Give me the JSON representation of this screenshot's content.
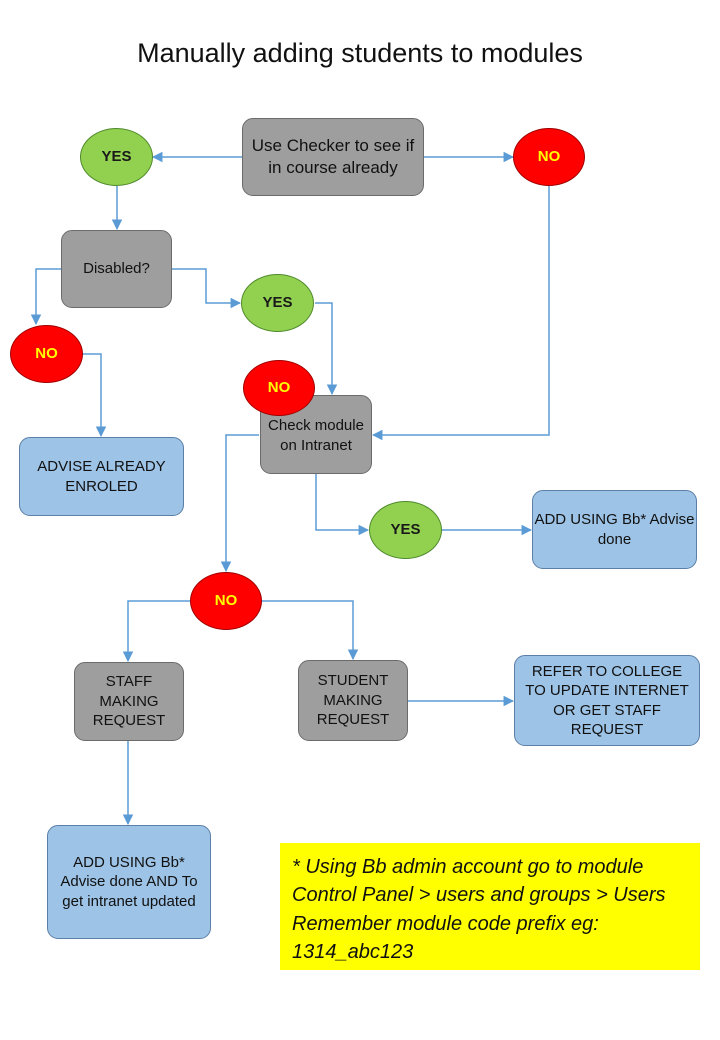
{
  "title": "Manually adding students to modules",
  "nodes": {
    "use_checker": "Use Checker to see if in course already",
    "yes_top": "YES",
    "no_top": "NO",
    "disabled": "Disabled?",
    "yes_disabled": "YES",
    "no_disabled": "NO",
    "no_float": "NO",
    "check_module": "Check module on Intranet",
    "advise_enroled": "ADVISE ALREADY ENROLED",
    "yes_intranet": "YES",
    "add_bb_done": "ADD USING Bb* Advise done",
    "no_intranet": "NO",
    "staff_request": "STAFF MAKING REQUEST",
    "student_request": "STUDENT MAKING REQUEST",
    "refer_college": "REFER TO COLLEGE TO UPDATE INTERNET OR GET STAFF REQUEST",
    "add_bb_intranet": "ADD USING Bb* Advise done AND To get intranet updated"
  },
  "note": "* Using Bb admin account go to module Control Panel > users and groups > Users Remember module code prefix eg: 1314_abc123",
  "colors": {
    "grey_box": "#9e9e9e",
    "blue_box": "#9dc3e6",
    "yes_oval": "#92d050",
    "no_oval": "#ff0000",
    "no_text": "#ffff00",
    "connector": "#5b9bd5",
    "note_bg": "#ffff00"
  }
}
